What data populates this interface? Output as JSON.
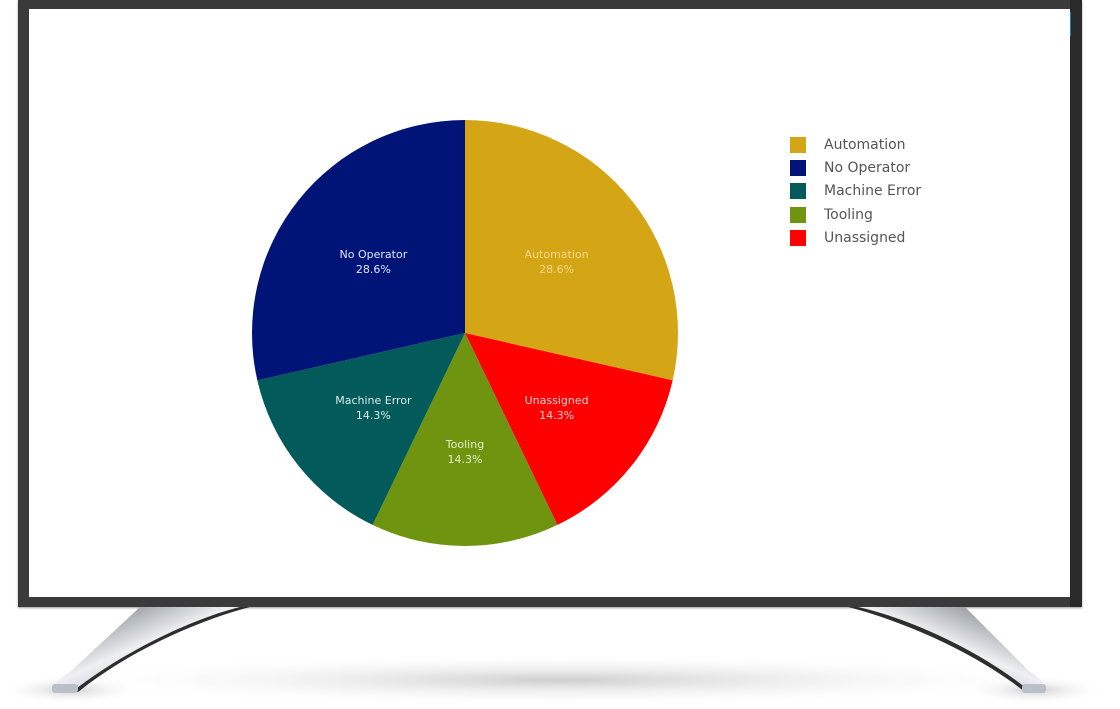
{
  "chart_data": {
    "type": "pie",
    "title": "",
    "categories": [
      "Automation",
      "Unassigned",
      "Tooling",
      "Machine Error",
      "No Operator"
    ],
    "values": [
      28.6,
      14.3,
      14.3,
      14.3,
      28.6
    ],
    "labels": [
      "28.6%",
      "14.3%",
      "14.3%",
      "14.3%",
      "28.6%"
    ],
    "colors": [
      "#D4A514",
      "#FF0000",
      "#6E9410",
      "#035A5A",
      "#001478"
    ],
    "start_angle": "12 o'clock, clockwise",
    "legend": {
      "position": "right",
      "entries": [
        "Automation",
        "No Operator",
        "Machine Error",
        "Tooling",
        "Unassigned"
      ],
      "colors": [
        "#D4A514",
        "#001478",
        "#035A5A",
        "#6E9410",
        "#FF0000"
      ]
    }
  },
  "slices": [
    {
      "name": "Automation",
      "pct": "28.6%",
      "color": "#D4A514",
      "label_color": "#F0D98A"
    },
    {
      "name": "Unassigned",
      "pct": "14.3%",
      "color": "#FF0000",
      "label_color": "#FFD0D0"
    },
    {
      "name": "Tooling",
      "pct": "14.3%",
      "color": "#6E9410",
      "label_color": "#E4EEC8"
    },
    {
      "name": "Machine Error",
      "pct": "14.3%",
      "color": "#035A5A",
      "label_color": "#DCEBEB"
    },
    {
      "name": "No Operator",
      "pct": "28.6%",
      "color": "#001478",
      "label_color": "#E0E4F4"
    }
  ],
  "legend": [
    {
      "label": "Automation",
      "color": "#D4A514"
    },
    {
      "label": "No Operator",
      "color": "#001478"
    },
    {
      "label": "Machine Error",
      "color": "#035A5A"
    },
    {
      "label": "Tooling",
      "color": "#6E9410"
    },
    {
      "label": "Unassigned",
      "color": "#FF0000"
    }
  ]
}
